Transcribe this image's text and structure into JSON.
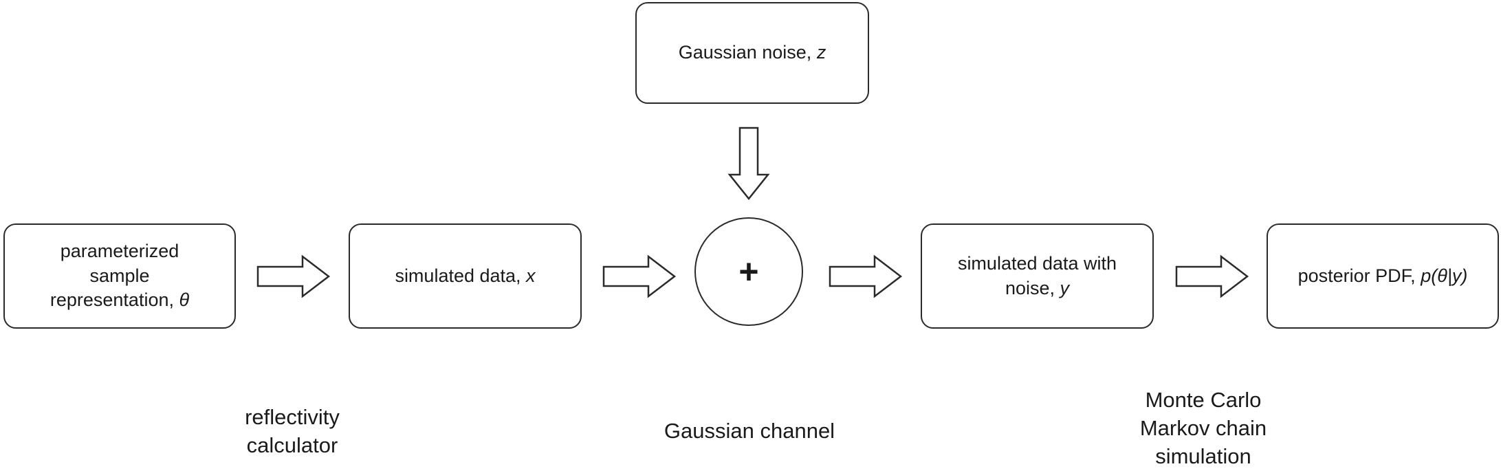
{
  "boxes": {
    "noise": {
      "text": "Gaussian noise, ",
      "var": "z"
    },
    "parameterized": {
      "text": "parameterized\nsample\nrepresentation, ",
      "var": "θ"
    },
    "simulated": {
      "text": "simulated data, ",
      "var": "x"
    },
    "noisy": {
      "text": "simulated data with\nnoise, ",
      "var": "y"
    },
    "posterior": {
      "text": "posterior PDF, ",
      "var": "p(θ|y)"
    }
  },
  "adder_symbol": "+",
  "labels": {
    "reflectivity": "reflectivity\ncalculator",
    "channel": "Gaussian channel",
    "mcmc": "Monte Carlo\nMarkov chain\nsimulation"
  }
}
